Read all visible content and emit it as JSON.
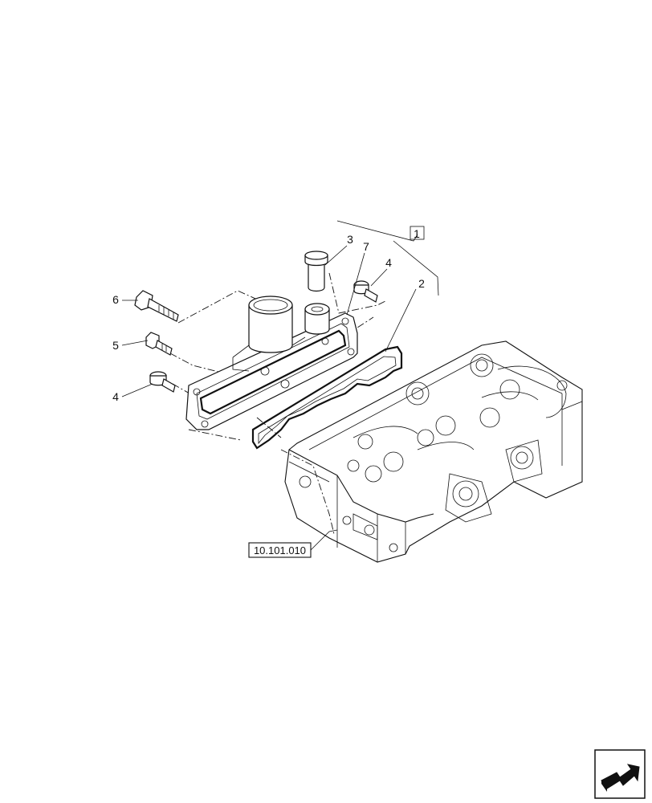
{
  "callouts": {
    "c1": "1",
    "c2": "2",
    "c3": "3",
    "c4a": "4",
    "c4b": "4",
    "c5": "5",
    "c6": "6",
    "c7": "7"
  },
  "reference_label": "10.101.010",
  "nav_icon": "next-page-arrow-icon"
}
